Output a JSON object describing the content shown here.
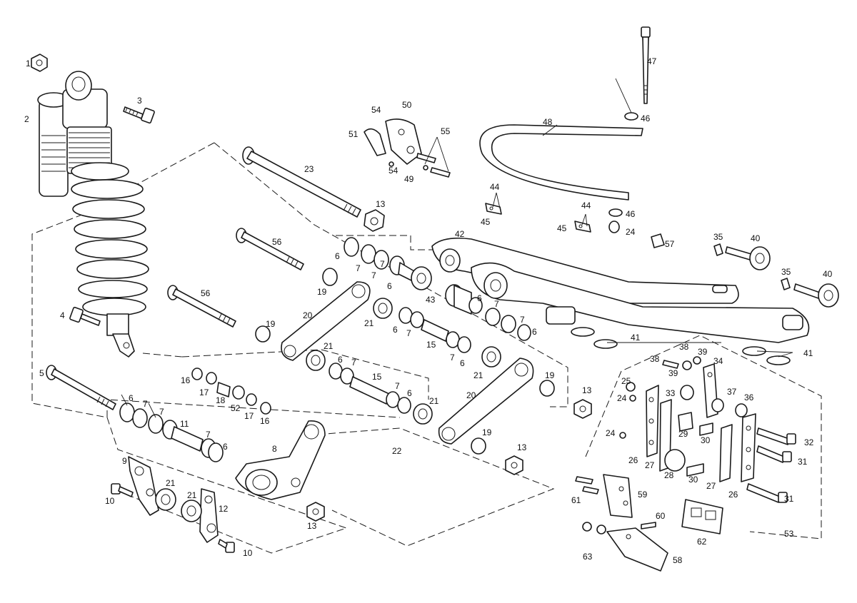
{
  "callouts": [
    {
      "id": "c1",
      "text": "1"
    },
    {
      "id": "c2",
      "text": "2"
    },
    {
      "id": "c3",
      "text": "3"
    },
    {
      "id": "c4",
      "text": "4"
    },
    {
      "id": "c5",
      "text": "5"
    },
    {
      "id": "c6a",
      "text": "6"
    },
    {
      "id": "c6b",
      "text": "6"
    },
    {
      "id": "c6c",
      "text": "6"
    },
    {
      "id": "c6d",
      "text": "6"
    },
    {
      "id": "c6e",
      "text": "6"
    },
    {
      "id": "c6f",
      "text": "6"
    },
    {
      "id": "c6g",
      "text": "6"
    },
    {
      "id": "c6h",
      "text": "6"
    },
    {
      "id": "c6i",
      "text": "6"
    },
    {
      "id": "c6j",
      "text": "6"
    },
    {
      "id": "c7a",
      "text": "7"
    },
    {
      "id": "c7b",
      "text": "7"
    },
    {
      "id": "c7c",
      "text": "7"
    },
    {
      "id": "c7d",
      "text": "7"
    },
    {
      "id": "c7e",
      "text": "7"
    },
    {
      "id": "c7f",
      "text": "7"
    },
    {
      "id": "c7g",
      "text": "7"
    },
    {
      "id": "c7h",
      "text": "7"
    },
    {
      "id": "c7i",
      "text": "7"
    },
    {
      "id": "c7j",
      "text": "7"
    },
    {
      "id": "c7k",
      "text": "7"
    },
    {
      "id": "c7l",
      "text": "7"
    },
    {
      "id": "c8",
      "text": "8"
    },
    {
      "id": "c9",
      "text": "9"
    },
    {
      "id": "c10a",
      "text": "10"
    },
    {
      "id": "c10b",
      "text": "10"
    },
    {
      "id": "c11",
      "text": "11"
    },
    {
      "id": "c12",
      "text": "12"
    },
    {
      "id": "c13a",
      "text": "13"
    },
    {
      "id": "c13b",
      "text": "13"
    },
    {
      "id": "c13c",
      "text": "13"
    },
    {
      "id": "c13d",
      "text": "13"
    },
    {
      "id": "c15a",
      "text": "15"
    },
    {
      "id": "c15b",
      "text": "15"
    },
    {
      "id": "c16a",
      "text": "16"
    },
    {
      "id": "c16b",
      "text": "16"
    },
    {
      "id": "c17a",
      "text": "17"
    },
    {
      "id": "c17b",
      "text": "17"
    },
    {
      "id": "c18",
      "text": "18"
    },
    {
      "id": "c19a",
      "text": "19"
    },
    {
      "id": "c19b",
      "text": "19"
    },
    {
      "id": "c19c",
      "text": "19"
    },
    {
      "id": "c19d",
      "text": "19"
    },
    {
      "id": "c20a",
      "text": "20"
    },
    {
      "id": "c20b",
      "text": "20"
    },
    {
      "id": "c21a",
      "text": "21"
    },
    {
      "id": "c21b",
      "text": "21"
    },
    {
      "id": "c21c",
      "text": "21"
    },
    {
      "id": "c21d",
      "text": "21"
    },
    {
      "id": "c21e",
      "text": "21"
    },
    {
      "id": "c21f",
      "text": "21"
    },
    {
      "id": "c22",
      "text": "22"
    },
    {
      "id": "c23",
      "text": "23"
    },
    {
      "id": "c24a",
      "text": "24"
    },
    {
      "id": "c24b",
      "text": "24"
    },
    {
      "id": "c24c",
      "text": "24"
    },
    {
      "id": "c25",
      "text": "25"
    },
    {
      "id": "c26a",
      "text": "26"
    },
    {
      "id": "c26b",
      "text": "26"
    },
    {
      "id": "c27a",
      "text": "27"
    },
    {
      "id": "c27b",
      "text": "27"
    },
    {
      "id": "c28",
      "text": "28"
    },
    {
      "id": "c29",
      "text": "29"
    },
    {
      "id": "c30a",
      "text": "30"
    },
    {
      "id": "c30b",
      "text": "30"
    },
    {
      "id": "c31a",
      "text": "31"
    },
    {
      "id": "c31b",
      "text": "31"
    },
    {
      "id": "c32",
      "text": "32"
    },
    {
      "id": "c33",
      "text": "33"
    },
    {
      "id": "c34",
      "text": "34"
    },
    {
      "id": "c35a",
      "text": "35"
    },
    {
      "id": "c35b",
      "text": "35"
    },
    {
      "id": "c36",
      "text": "36"
    },
    {
      "id": "c37",
      "text": "37"
    },
    {
      "id": "c38a",
      "text": "38"
    },
    {
      "id": "c38b",
      "text": "38"
    },
    {
      "id": "c39a",
      "text": "39"
    },
    {
      "id": "c39b",
      "text": "39"
    },
    {
      "id": "c40a",
      "text": "40"
    },
    {
      "id": "c40b",
      "text": "40"
    },
    {
      "id": "c41a",
      "text": "41"
    },
    {
      "id": "c41b",
      "text": "41"
    },
    {
      "id": "c42",
      "text": "42"
    },
    {
      "id": "c43",
      "text": "43"
    },
    {
      "id": "c44a",
      "text": "44"
    },
    {
      "id": "c44b",
      "text": "44"
    },
    {
      "id": "c45a",
      "text": "45"
    },
    {
      "id": "c45b",
      "text": "45"
    },
    {
      "id": "c46a",
      "text": "46"
    },
    {
      "id": "c46b",
      "text": "46"
    },
    {
      "id": "c47",
      "text": "47"
    },
    {
      "id": "c48",
      "text": "48"
    },
    {
      "id": "c49",
      "text": "49"
    },
    {
      "id": "c50",
      "text": "50"
    },
    {
      "id": "c51",
      "text": "51"
    },
    {
      "id": "c52",
      "text": "52"
    },
    {
      "id": "c53",
      "text": "53"
    },
    {
      "id": "c54a",
      "text": "54"
    },
    {
      "id": "c54b",
      "text": "54"
    },
    {
      "id": "c55",
      "text": "55"
    },
    {
      "id": "c56a",
      "text": "56"
    },
    {
      "id": "c56b",
      "text": "56"
    },
    {
      "id": "c57",
      "text": "57"
    },
    {
      "id": "c58",
      "text": "58"
    },
    {
      "id": "c59",
      "text": "59"
    },
    {
      "id": "c60",
      "text": "60"
    },
    {
      "id": "c61",
      "text": "61"
    },
    {
      "id": "c62",
      "text": "62"
    },
    {
      "id": "c63",
      "text": "63"
    }
  ]
}
